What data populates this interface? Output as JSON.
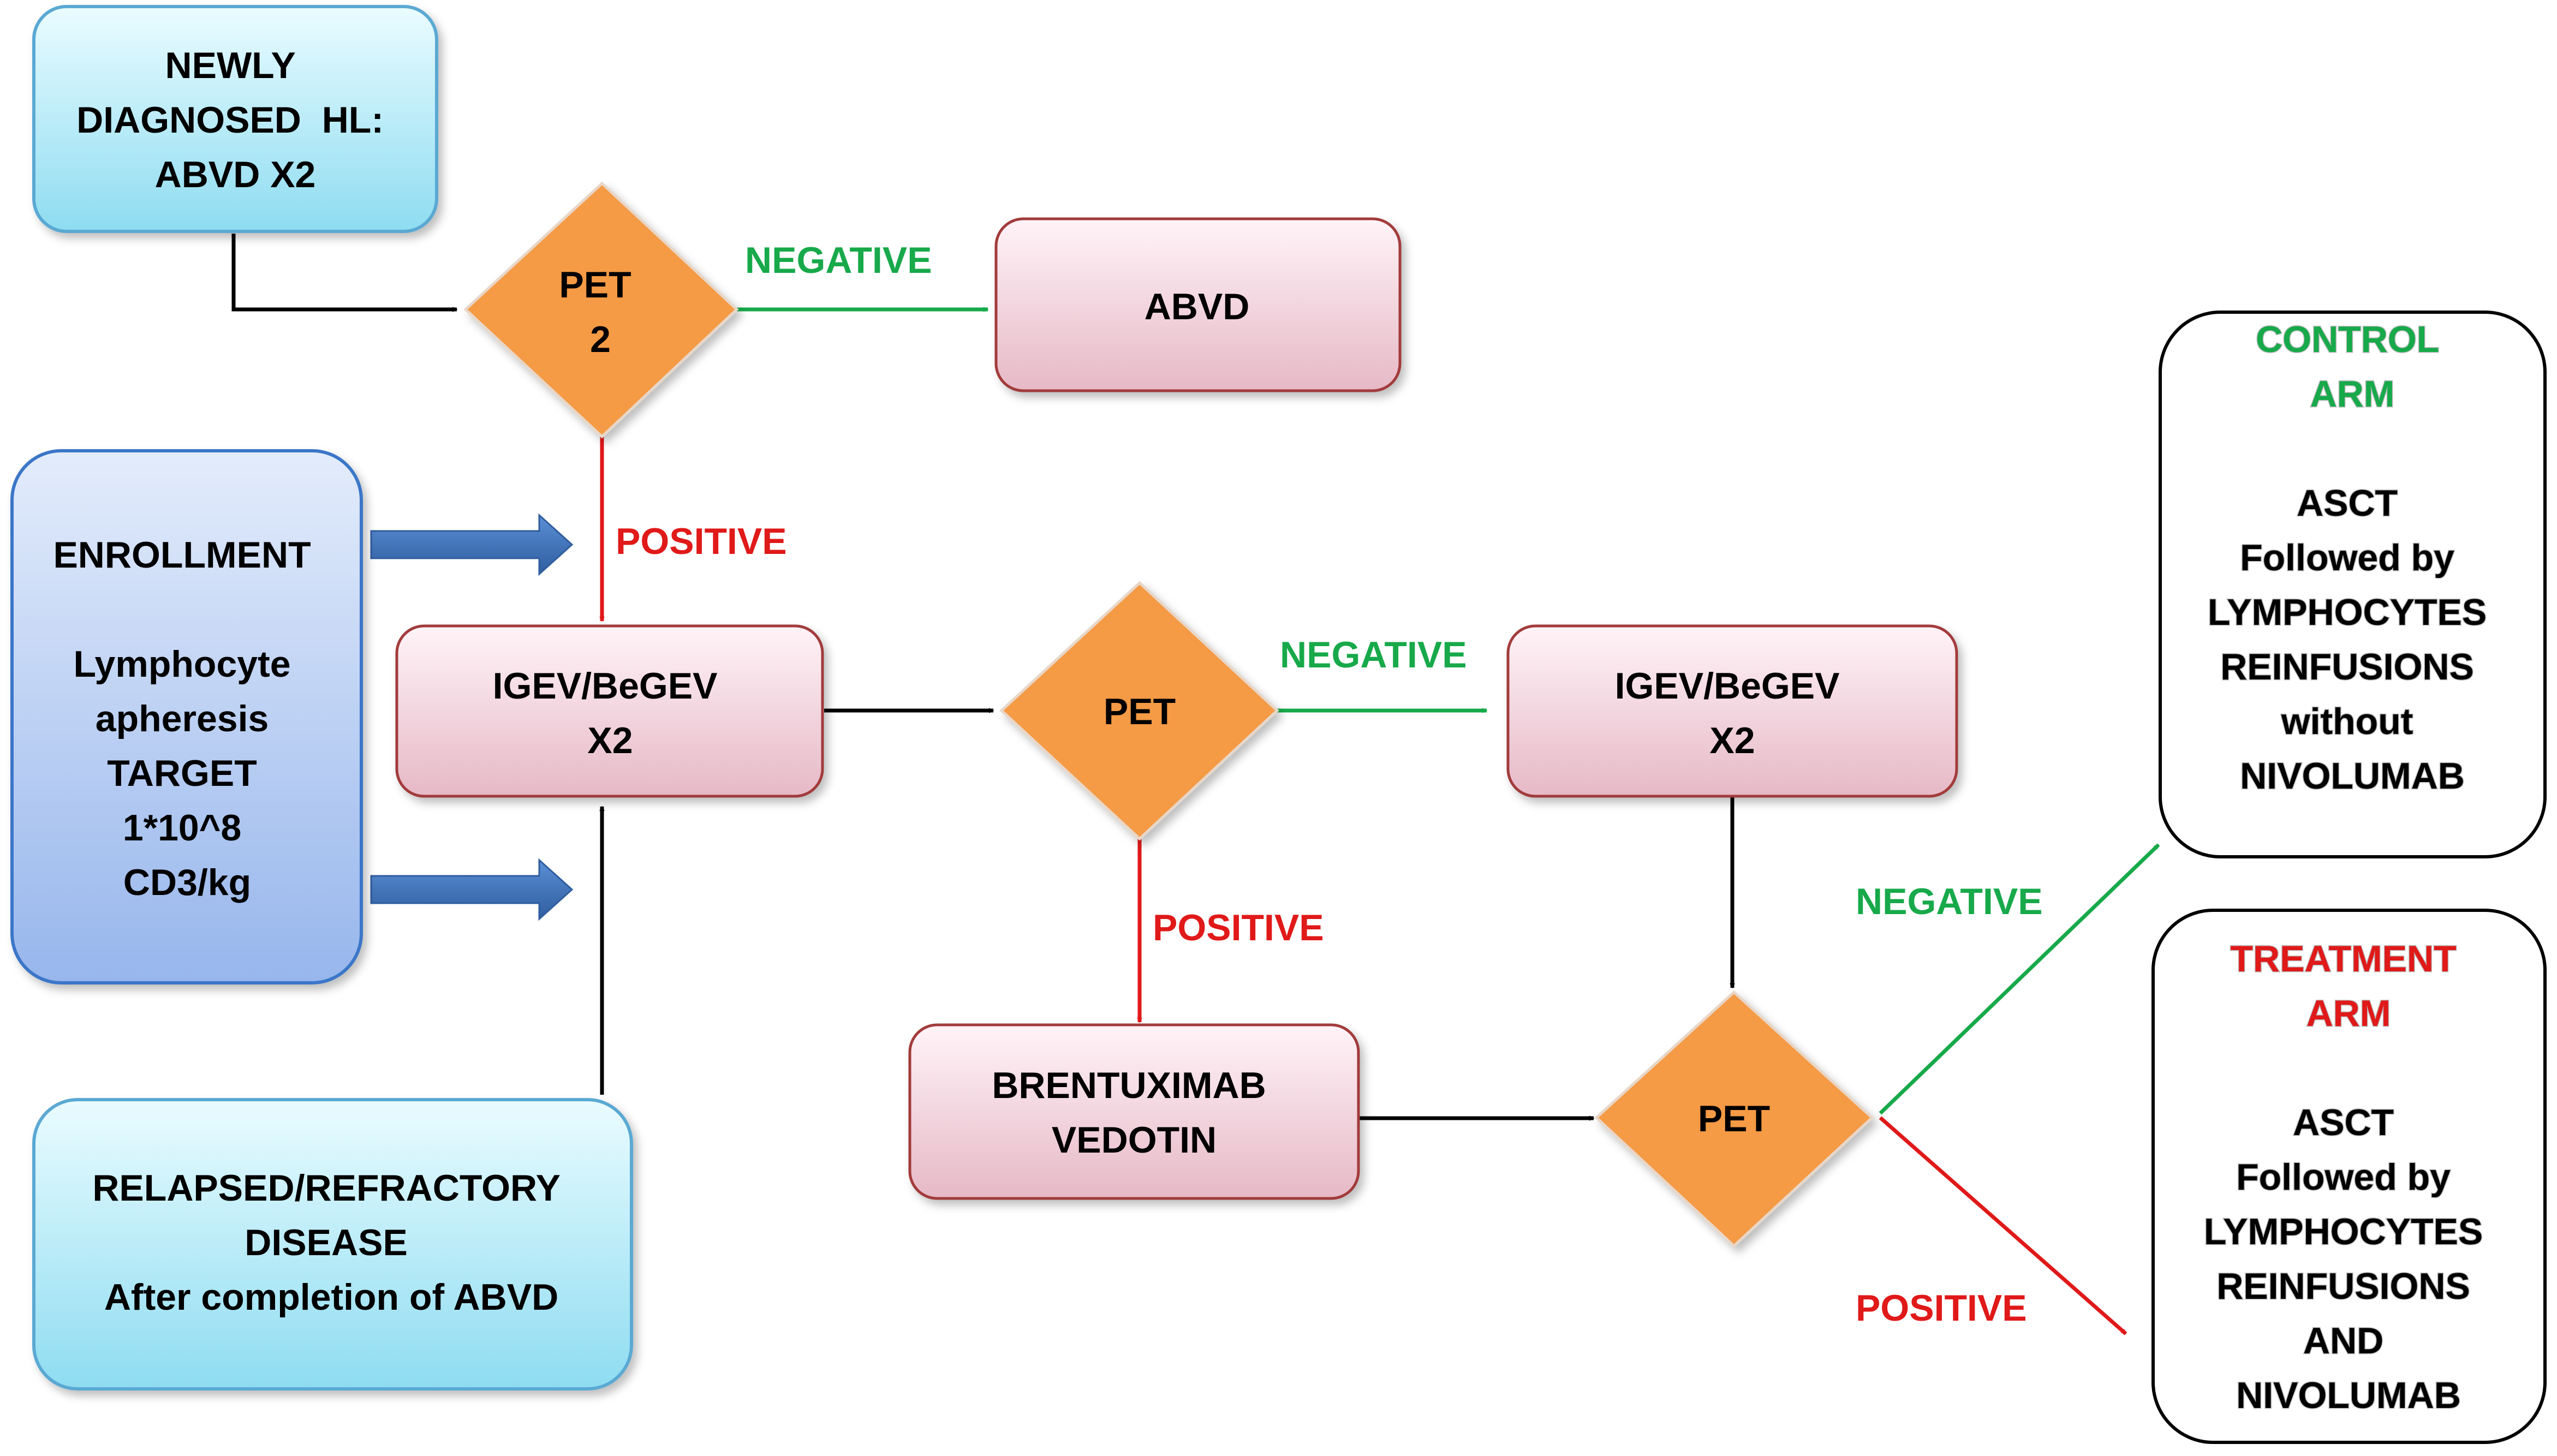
{
  "colors": {
    "green": "#17a94a",
    "red": "#e01919",
    "black": "#000000",
    "diamond_fill": "#f59a45",
    "diamond_stroke": "#e8d7c8",
    "box_pink_top": "#fff3f8",
    "box_pink_bottom": "#e6b9c6",
    "box_pink_stroke": "#a23a3a",
    "box_cyan_top": "#eafcff",
    "box_cyan_bottom": "#8edcf1",
    "box_cyan_stroke": "#5aa9d3",
    "box_blue_top": "#e3ecfb",
    "box_blue_bottom": "#97b6ec",
    "box_blue_stroke": "#3b76c8",
    "block_arrow": "#3c6eb4"
  },
  "nodes": {
    "newly_diagnosed": {
      "lines": [
        "NEWLY",
        "DIAGNOSED  HL:",
        "ABVD X2"
      ]
    },
    "pet2": {
      "lines": [
        "PET",
        "2"
      ]
    },
    "abvd": {
      "lines": [
        "ABVD"
      ]
    },
    "enrollment": {
      "lines": [
        "ENROLLMENT",
        "",
        "Lymphocyte",
        "apheresis",
        "TARGET",
        "1*10^8",
        "CD3/kg"
      ]
    },
    "igev1": {
      "lines": [
        "IGEV/BeGEV",
        "X2"
      ]
    },
    "pet_mid": {
      "lines": [
        "PET"
      ]
    },
    "igev2": {
      "lines": [
        "IGEV/BeGEV",
        "X2"
      ]
    },
    "brentuximab": {
      "lines": [
        "BRENTUXIMAB",
        "VEDOTIN"
      ]
    },
    "pet_final": {
      "lines": [
        "PET"
      ]
    },
    "relapsed": {
      "lines": [
        "RELAPSED/REFRACTORY",
        "DISEASE",
        "After completion of ABVD"
      ]
    },
    "control_arm": {
      "title": [
        "CONTROL",
        "ARM"
      ],
      "lines": [
        "ASCT",
        "Followed by",
        "LYMPHOCYTES",
        "REINFUSIONS",
        "without",
        "NIVOLUMAB"
      ]
    },
    "treatment_arm": {
      "title": [
        "TREATMENT",
        "ARM"
      ],
      "lines": [
        "ASCT",
        "Followed by",
        "LYMPHOCYTES",
        "REINFUSIONS",
        "AND",
        "NIVOLUMAB"
      ]
    }
  },
  "edge_labels": {
    "pet2_negative": "NEGATIVE",
    "pet2_positive": "POSITIVE",
    "pet_mid_negative": "NEGATIVE",
    "pet_mid_positive": "POSITIVE",
    "pet_final_negative": "NEGATIVE",
    "pet_final_positive": "POSITIVE"
  }
}
